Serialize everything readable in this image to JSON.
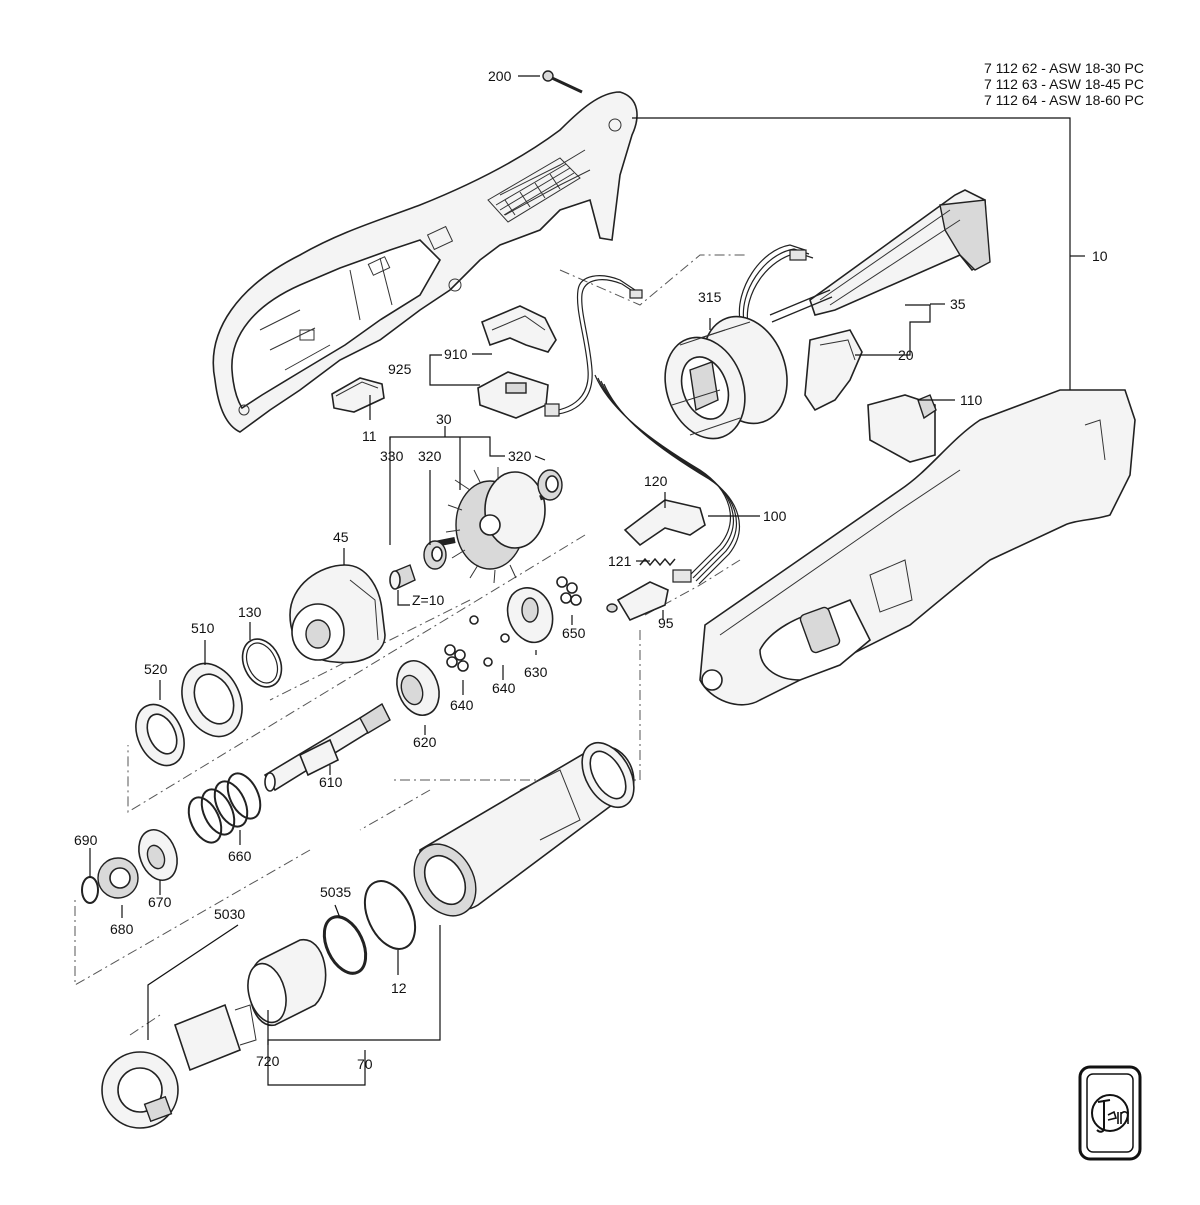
{
  "title_lines": [
    "7 112 62 - ASW 18-30 PC",
    "7 112 63 - ASW 18-45 PC",
    "7 112 64 - ASW 18-60 PC"
  ],
  "callouts": {
    "p200": "200",
    "p10": "10",
    "p35": "35",
    "p20": "20",
    "p110": "110",
    "p315": "315",
    "p910": "910",
    "p925": "925",
    "p11": "11",
    "p30": "30",
    "p330": "330",
    "p320a": "320",
    "p320b": "320",
    "p100": "100",
    "p120": "120",
    "p121": "121",
    "p95": "95",
    "p45": "45",
    "pz10": "Z=10",
    "p130": "130",
    "p510": "510",
    "p520": "520",
    "p650": "650",
    "p630": "630",
    "p640a": "640",
    "p640b": "640",
    "p620": "620",
    "p610": "610",
    "p660": "660",
    "p690": "690",
    "p670": "670",
    "p680": "680",
    "p5030": "5030",
    "p5035": "5035",
    "p12": "12",
    "p720": "720",
    "p70": "70"
  },
  "logo_text": "fein"
}
